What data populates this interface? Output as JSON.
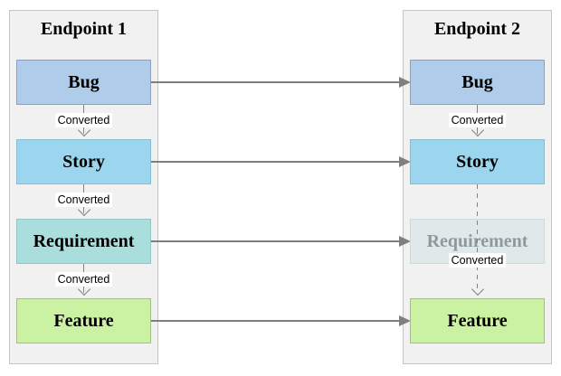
{
  "diagram": {
    "description": "Work item type mapping between two endpoints with conversion flows",
    "arrow_color": "#7f7f7f",
    "connector_color": "#828282",
    "panel_fill": "#f1f1f2",
    "panel_border": "#c6c6c6",
    "label_background": "#ffffff"
  },
  "endpoints": [
    {
      "title": "Endpoint 1",
      "boxes": [
        {
          "label": "Bug",
          "fill": "#afcceb",
          "border": "#8f9fb8",
          "text": "#000000"
        },
        {
          "label": "Story",
          "fill": "#9cd6ee",
          "border": "#87bdd3",
          "text": "#000000"
        },
        {
          "label": "Requirement",
          "fill": "#a9dedd",
          "border": "#93c5c4",
          "text": "#000000"
        },
        {
          "label": "Feature",
          "fill": "#cbf1a3",
          "border": "#a4bd8a",
          "text": "#000000"
        }
      ],
      "conversions": [
        {
          "label": "Converted",
          "from": "Bug",
          "to": "Story"
        },
        {
          "label": "Converted",
          "from": "Story",
          "to": "Requirement"
        },
        {
          "label": "Converted",
          "from": "Requirement",
          "to": "Feature"
        }
      ]
    },
    {
      "title": "Endpoint 2",
      "boxes": [
        {
          "label": "Bug",
          "fill": "#afcceb",
          "border": "#8f9fb8",
          "text": "#000000"
        },
        {
          "label": "Story",
          "fill": "#9cd6ee",
          "border": "#87bdd3",
          "text": "#000000"
        },
        {
          "label": "Requirement",
          "fill": "#dfe9ea",
          "border": "#cbdbdd",
          "text": "#8f999c",
          "state": "faded"
        },
        {
          "label": "Feature",
          "fill": "#cbf1a3",
          "border": "#a4bd8a",
          "text": "#000000"
        }
      ],
      "conversions": [
        {
          "label": "Converted",
          "from": "Bug",
          "to": "Story"
        },
        {
          "label": "Converted",
          "from": "Story",
          "to": "Feature",
          "style": "dashed"
        }
      ]
    }
  ],
  "sync_arrows": [
    {
      "from": "Bug",
      "to": "Bug"
    },
    {
      "from": "Story",
      "to": "Story"
    },
    {
      "from": "Requirement",
      "to": "Requirement"
    },
    {
      "from": "Feature",
      "to": "Feature"
    }
  ]
}
